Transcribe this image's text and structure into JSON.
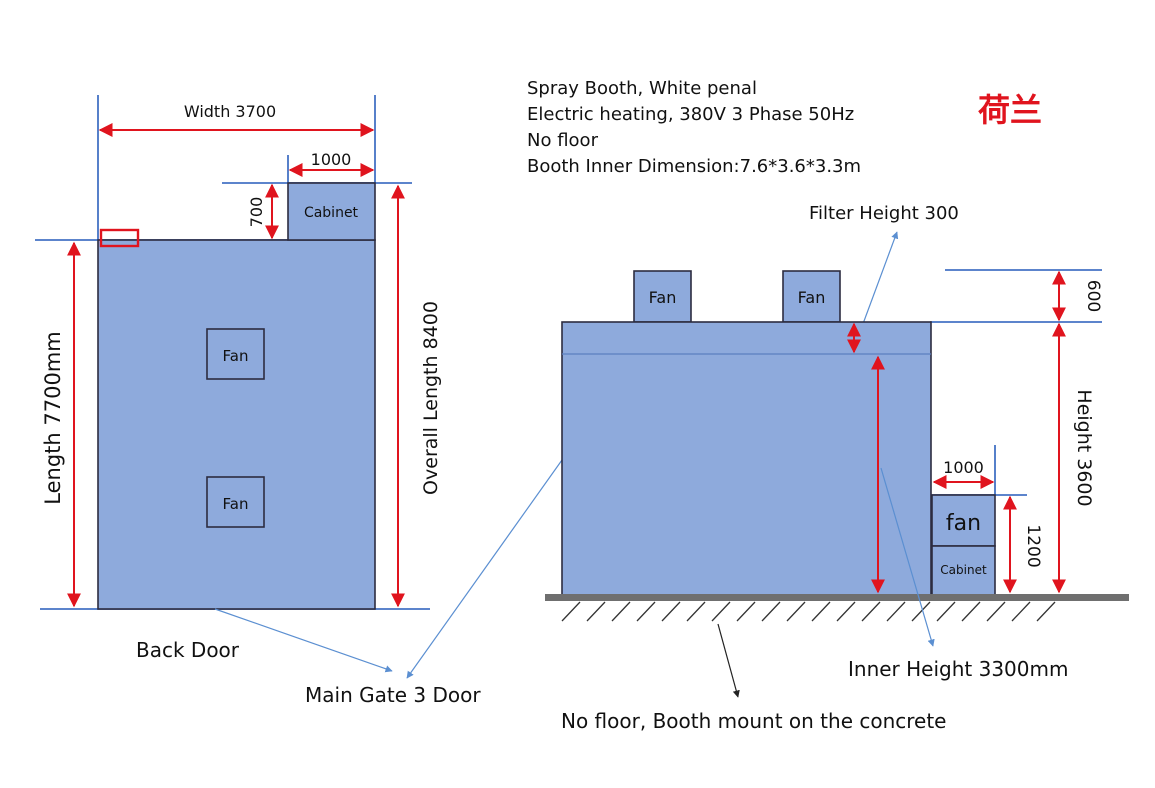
{
  "notes": {
    "line1": "Spray Booth, White penal",
    "line2": "Electric heating, 380V 3 Phase 50Hz",
    "line3": "No floor",
    "line4": "Booth Inner Dimension:7.6*3.6*3.3m"
  },
  "country_label": "荷兰",
  "top_view": {
    "width_label": "Width 3700",
    "cabinet_width_label": "1000",
    "cabinet_depth_label": "700",
    "cabinet_label": "Cabinet",
    "fan_label": "Fan",
    "length_label": "Length 7700mm",
    "overall_length_label": "Overall Length 8400",
    "back_door_label": "Back Door",
    "main_gate_label": "Main Gate 3 Door"
  },
  "side_view": {
    "filter_height_label": "Filter Height 300",
    "fan_label": "Fan",
    "fan_height_label": "600",
    "height_label": "Height 3600",
    "cabinet_width_label": "1000",
    "cabinet_fan_label": "fan",
    "cabinet_label": "Cabinet",
    "cabinet_height_label": "1200",
    "inner_height_label": "Inner Height 3300mm",
    "floor_label": "No floor, Booth mount on the concrete"
  },
  "colors": {
    "booth_fill": "#8eaadc",
    "dimension": "#e0141e",
    "reference_line": "#4472c4"
  }
}
